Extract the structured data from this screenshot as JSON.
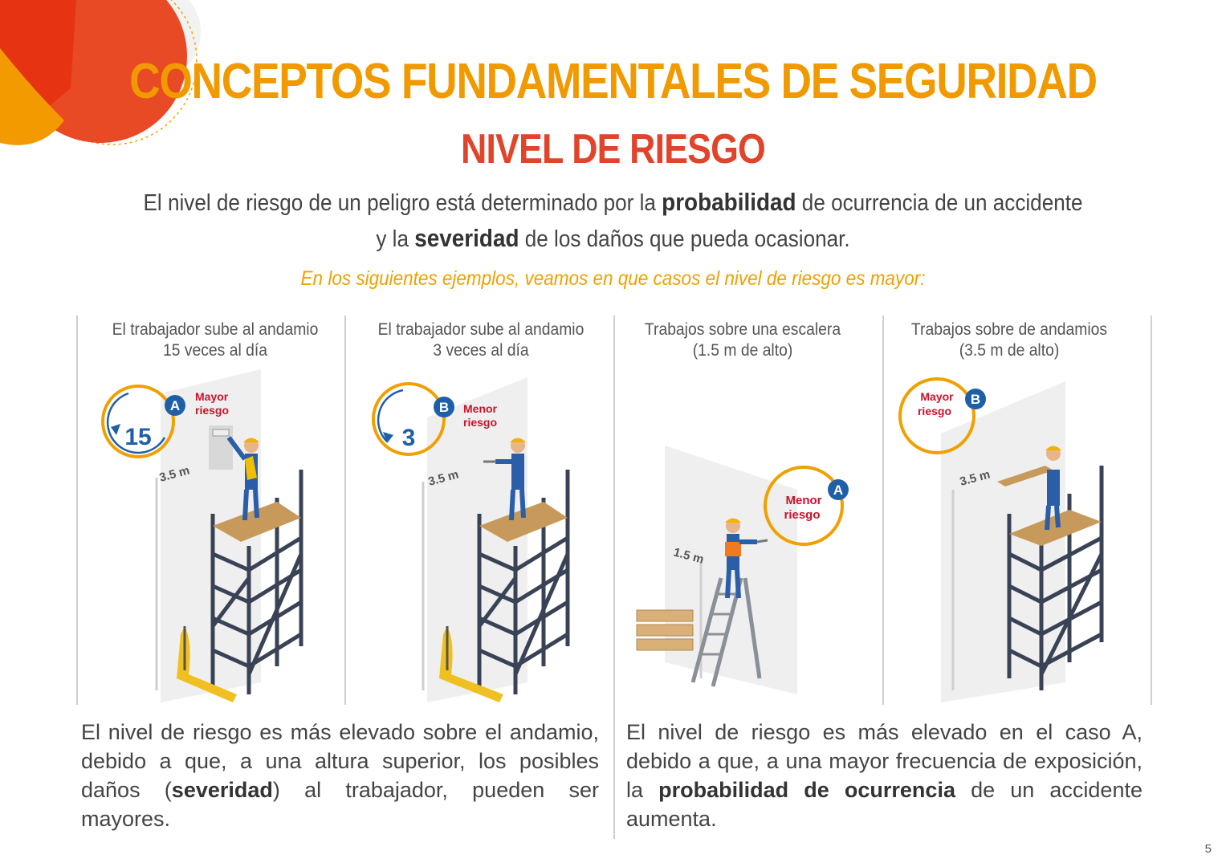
{
  "title": "CONCEPTOS FUNDAMENTALES DE SEGURIDAD",
  "subtitle": "NIVEL DE RIESGO",
  "intro": {
    "p1": "El nivel de riesgo de un peligro está determinado por la ",
    "b1": "probabilidad",
    "p2": " de ocurrencia de un accidente",
    "p3": "y la ",
    "b2": "severidad",
    "p4": " de los daños que pueda ocasionar."
  },
  "cue": "En los siguientes ejemplos, veamos en que casos el nivel de riesgo es mayor:",
  "panels": [
    {
      "caption1": "El trabajador sube al andamio",
      "caption2": "15 veces al día",
      "letter": "A",
      "badge1": "Mayor",
      "badge2": "riesgo",
      "count": "15",
      "height": "3.5 m"
    },
    {
      "caption1": "El trabajador sube al andamio",
      "caption2": "3 veces al día",
      "letter": "B",
      "badge1": "Menor",
      "badge2": "riesgo",
      "count": "3",
      "height": "3.5 m"
    },
    {
      "caption1": "Trabajos sobre una escalera",
      "caption2": "(1.5 m de alto)",
      "letter": "A",
      "badge1": "Menor",
      "badge2": "riesgo",
      "height": "1.5 m"
    },
    {
      "caption1": "Trabajos sobre de andamios",
      "caption2": "(3.5 m de alto)",
      "letter": "B",
      "badge1": "Mayor",
      "badge2": "riesgo",
      "height": "3.5 m"
    }
  ],
  "conclusions": {
    "left": {
      "t1": "El nivel de riesgo es más elevado sobre el andamio, debido a que, a una altura superior, los posibles daños (",
      "b": "severidad",
      "t2": ") al trabajador, pueden ser mayores."
    },
    "right": {
      "t1": "El nivel de riesgo es más elevado en el caso A, debido a que, a una mayor frecuencia de exposición, la ",
      "b": "probabilidad de ocurrencia",
      "t2": " de un accidente aumenta."
    }
  },
  "page_number": "5",
  "colors": {
    "title": "#f09a00",
    "subtitle": "#e0442a",
    "cue": "#f0a000",
    "risk_text": "#d0102a",
    "badge": "#1f5fa8",
    "ring": "#f0a000"
  }
}
